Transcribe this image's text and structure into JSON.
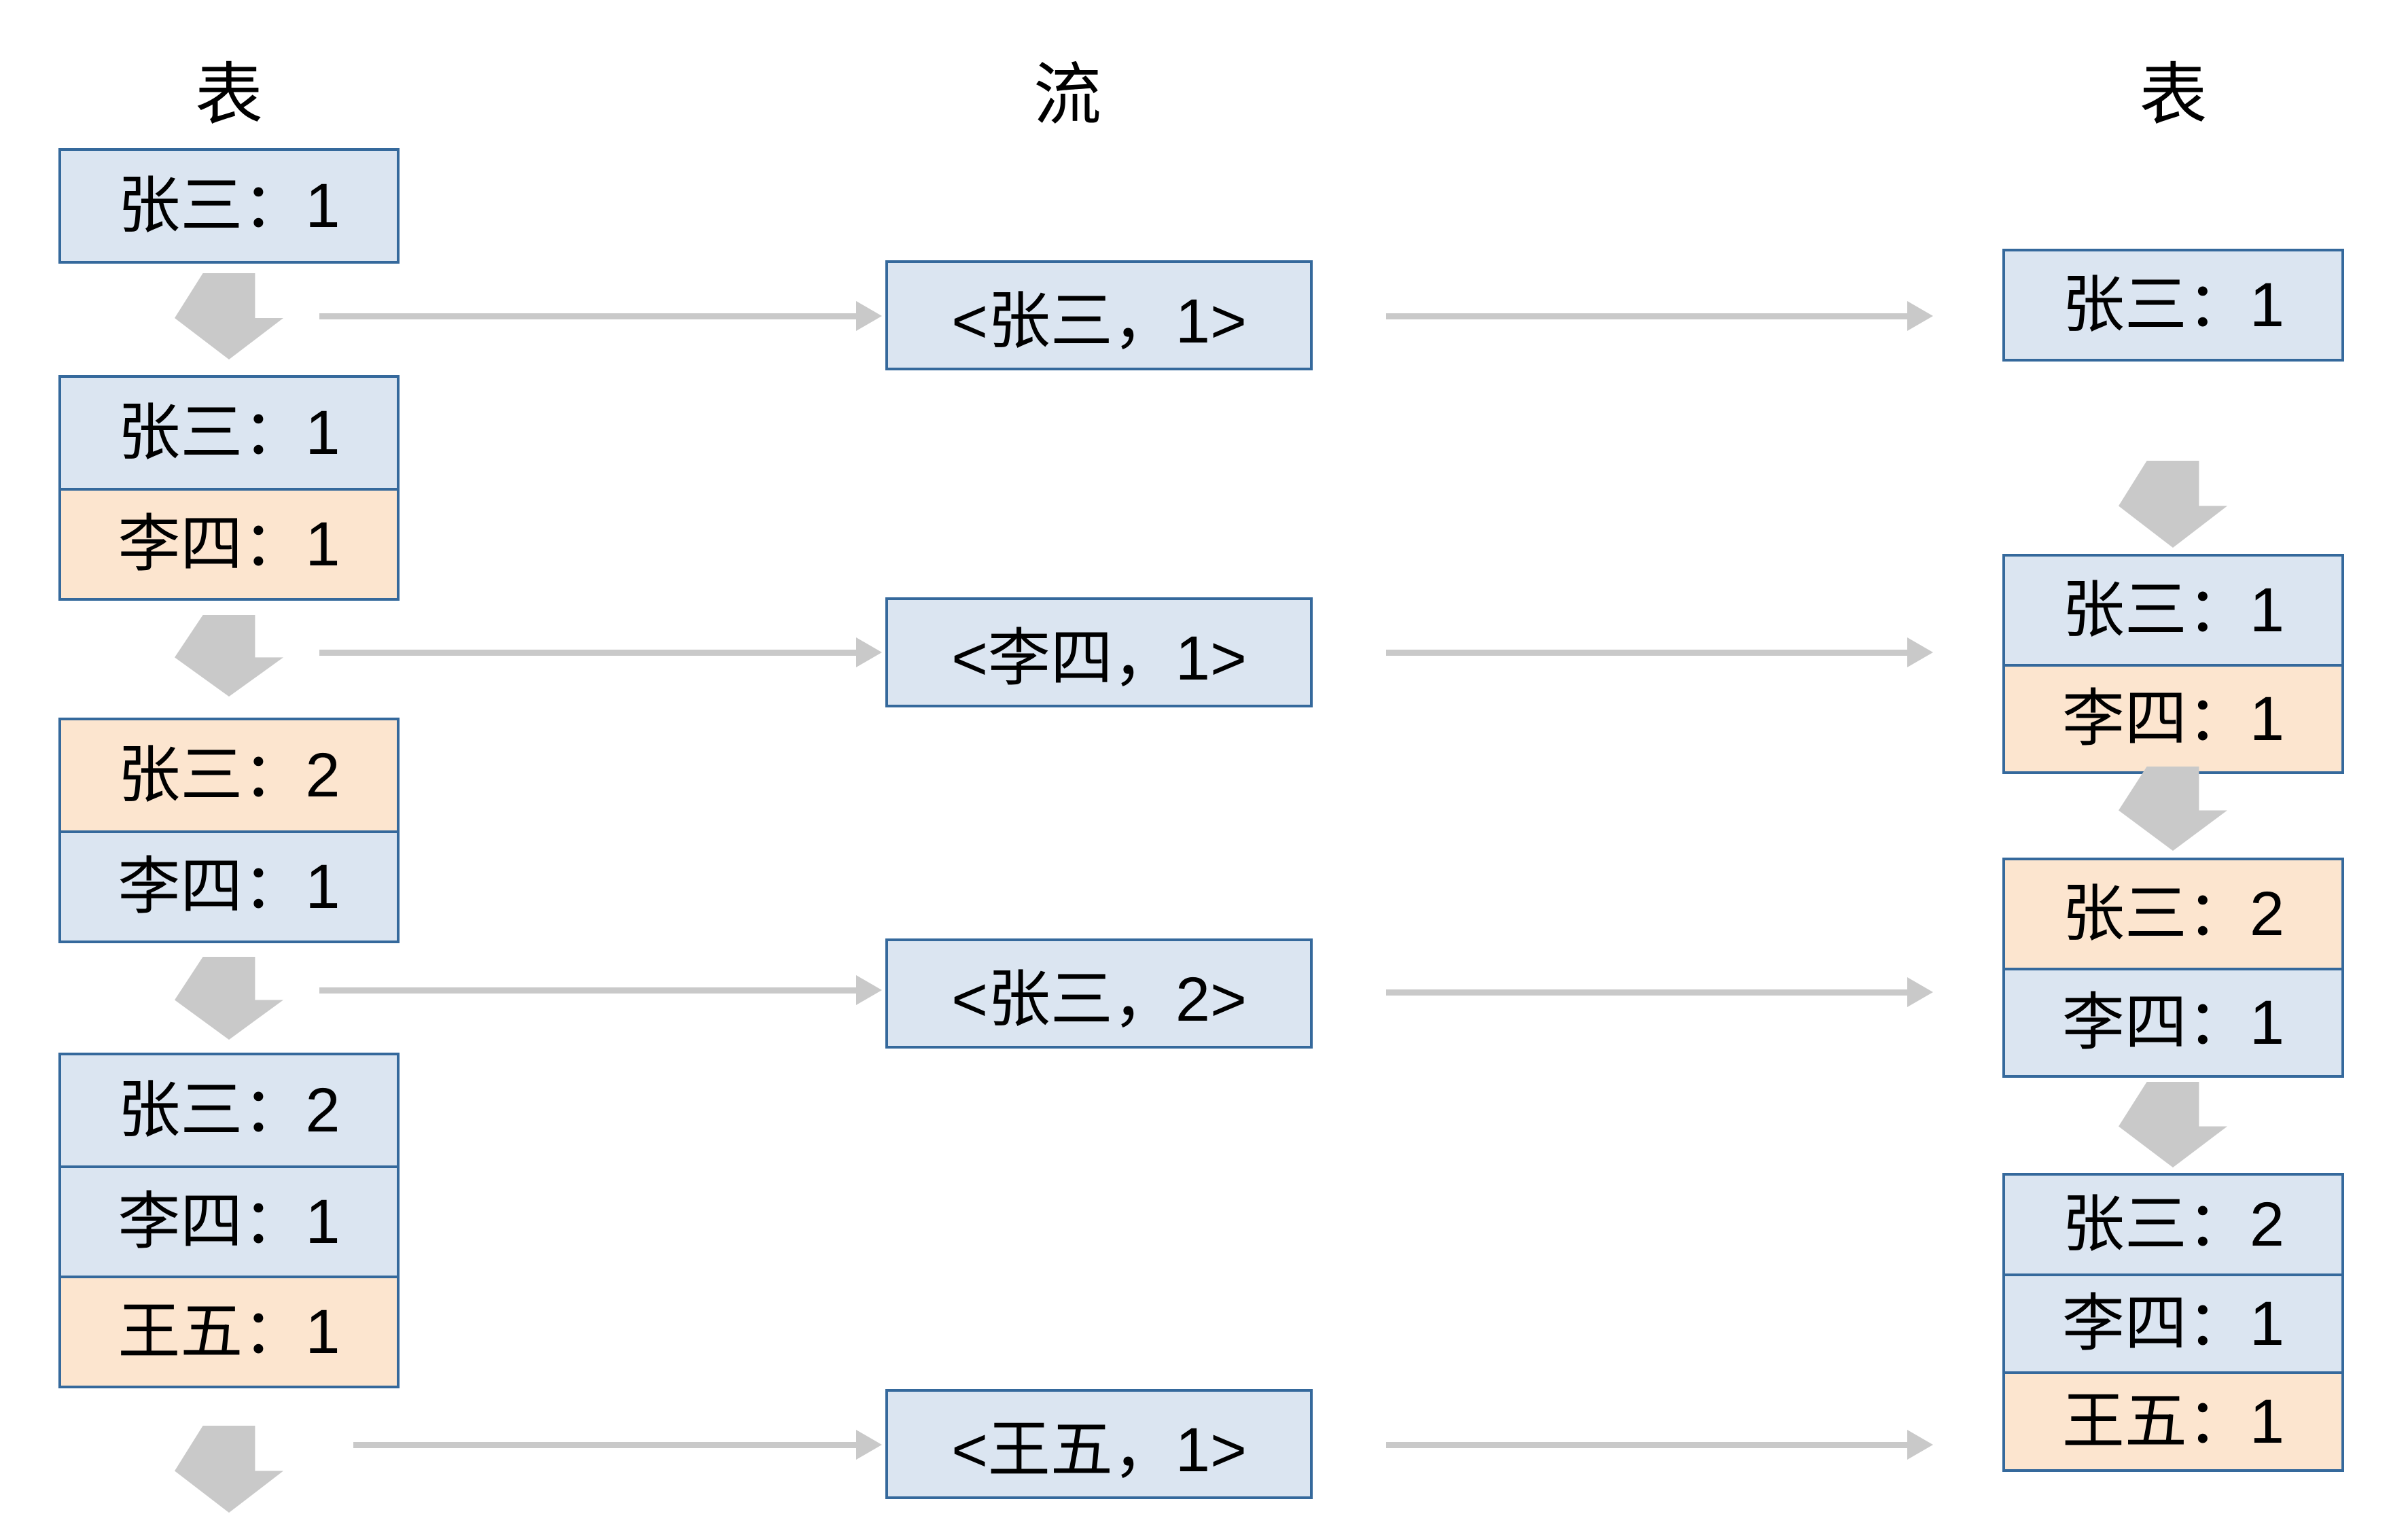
{
  "diagram": {
    "left_column": {
      "header": "表",
      "states": [
        {
          "rows": [
            {
              "text": "张三：1",
              "highlight": false
            }
          ]
        },
        {
          "rows": [
            {
              "text": "张三：1",
              "highlight": false
            },
            {
              "text": "李四：1",
              "highlight": true
            }
          ]
        },
        {
          "rows": [
            {
              "text": "张三：2",
              "highlight": true
            },
            {
              "text": "李四：1",
              "highlight": false
            }
          ]
        },
        {
          "rows": [
            {
              "text": "张三：2",
              "highlight": false
            },
            {
              "text": "李四：1",
              "highlight": false
            },
            {
              "text": "王五：1",
              "highlight": true
            }
          ]
        }
      ]
    },
    "stream_column": {
      "header": "流",
      "records": [
        {
          "text": "<张三，1>"
        },
        {
          "text": "<李四，1>"
        },
        {
          "text": "<张三，2>"
        },
        {
          "text": "<王五，1>"
        }
      ]
    },
    "right_column": {
      "header": "表",
      "states": [
        {
          "rows": [
            {
              "text": "张三：1",
              "highlight": false
            }
          ]
        },
        {
          "rows": [
            {
              "text": "张三：1",
              "highlight": false
            },
            {
              "text": "李四：1",
              "highlight": true
            }
          ]
        },
        {
          "rows": [
            {
              "text": "张三：2",
              "highlight": true
            },
            {
              "text": "李四：1",
              "highlight": false
            }
          ]
        },
        {
          "rows": [
            {
              "text": "张三：2",
              "highlight": false
            },
            {
              "text": "李四：1",
              "highlight": false
            },
            {
              "text": "王五：1",
              "highlight": true
            }
          ]
        }
      ]
    },
    "colors": {
      "box_border": "#35699c",
      "blue_fill": "#dbe5f1",
      "orange_fill": "#fce5cf",
      "arrow_gray": "#c9c9c9",
      "text": "#000000",
      "background": "#ffffff"
    }
  }
}
